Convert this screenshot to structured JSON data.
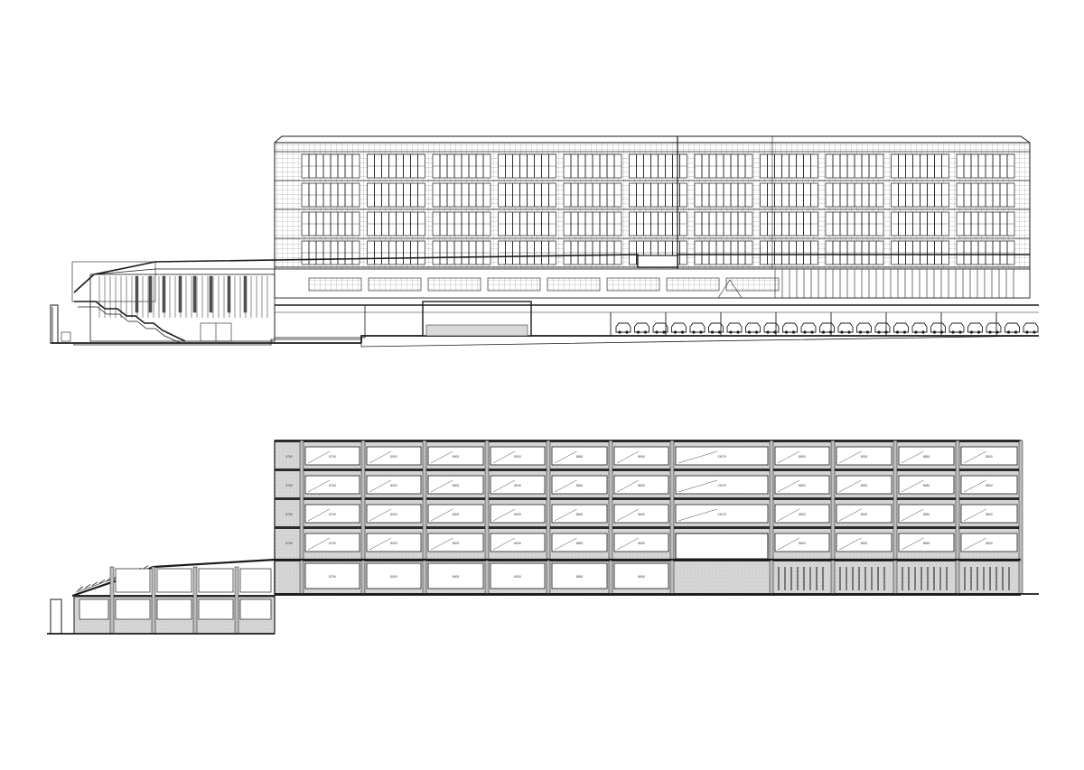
{
  "sheet": {
    "background": "#ffffff",
    "ink": "#1a1a1a",
    "hatch_fill": "#d9d9d9",
    "slab_fill": "#2a2a2a"
  },
  "elevation": {
    "bay_count": 11,
    "parking_car_count": 23
  },
  "section": {
    "height_labels": [
      "3700",
      "3700",
      "3700",
      "3700"
    ],
    "bay_labels": [
      "8700",
      "8000",
      "8000",
      "8000",
      "8650",
      "8650",
      "13075",
      "8800",
      "8000",
      "8650",
      "8800"
    ]
  }
}
